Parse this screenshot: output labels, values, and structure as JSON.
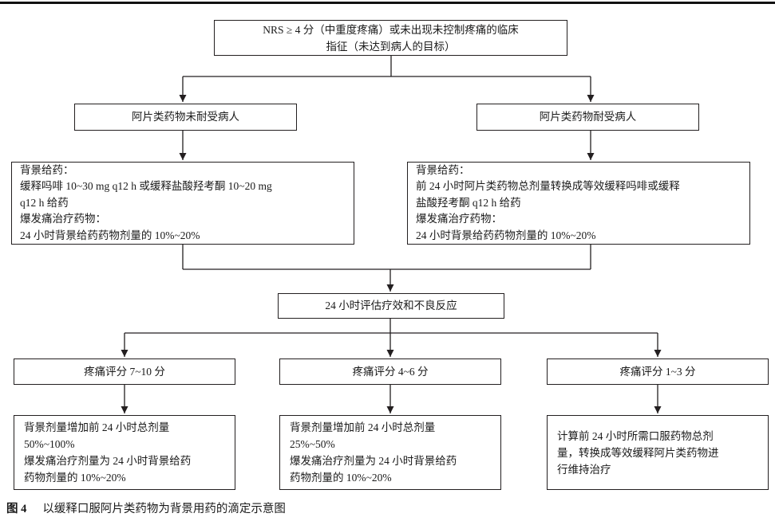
{
  "page": {
    "background": "#ffffff",
    "line_color": "#231f20",
    "box_border_color": "#231f20",
    "text_color": "#1a1a1a"
  },
  "flowchart": {
    "start": {
      "text": "NRS ≥ 4 分（中重度疼痛）或未出现未控制疼痛的临床\n指征（未达到病人的目标）"
    },
    "branch_left": {
      "title": "阿片类药物未耐受病人",
      "detail": "背景给药：\n缓释吗啡 10~30 mg q12 h 或缓释盐酸羟考酮 10~20 mg\nq12 h 给药\n爆发痛治疗药物：\n24 小时背景给药药物剂量的 10%~20%"
    },
    "branch_right": {
      "title": "阿片类药物耐受病人",
      "detail": "背景给药：\n前 24 小时阿片类药物总剂量转换成等效缓释吗啡或缓释\n盐酸羟考酮 q12 h 给药\n爆发痛治疗药物：\n24 小时背景给药药物剂量的 10%~20%"
    },
    "evaluate": {
      "text": "24 小时评估疗效和不良反应"
    },
    "outcomes": [
      {
        "score": "疼痛评分 7~10 分",
        "action": "背景剂量增加前 24 小时总剂量\n50%~100%\n爆发痛治疗剂量为 24 小时背景给药\n药物剂量的 10%~20%"
      },
      {
        "score": "疼痛评分 4~6 分",
        "action": "背景剂量增加前 24 小时总剂量\n25%~50%\n爆发痛治疗剂量为 24 小时背景给药\n药物剂量的 10%~20%"
      },
      {
        "score": "疼痛评分 1~3 分",
        "action": "计算前 24 小时所需口服药物总剂\n量，转换成等效缓释阿片类药物进\n行维持治疗"
      }
    ]
  },
  "caption": {
    "label": "图 4",
    "text": "以缓释口服阿片类药物为背景用药的滴定示意图"
  }
}
